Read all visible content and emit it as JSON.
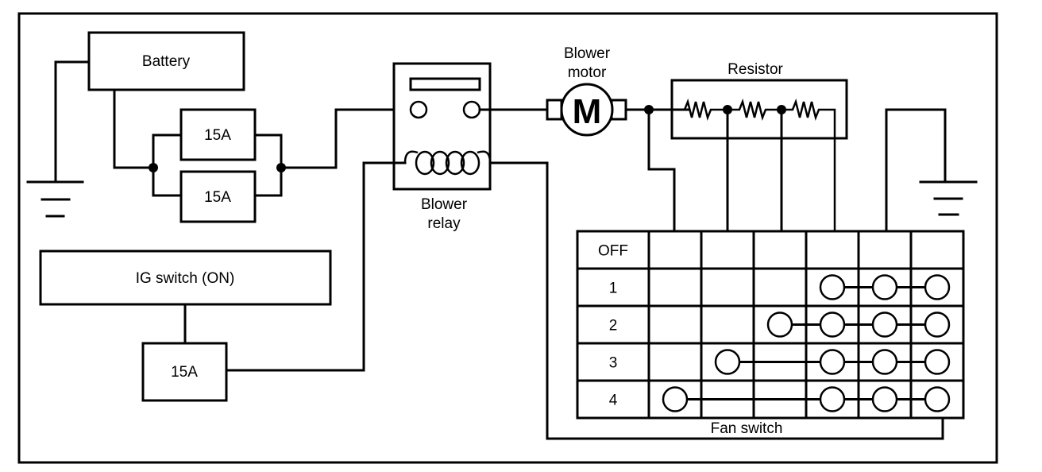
{
  "diagram": {
    "title": "Blower motor circuit",
    "components": {
      "battery": "Battery",
      "fuse_a": "15A",
      "fuse_b": "15A",
      "ig_switch": "IG switch (ON)",
      "ig_fuse": "15A",
      "blower_relay_line1": "Blower",
      "blower_relay_line2": "relay",
      "blower_motor_line1": "Blower",
      "blower_motor_line2": "motor",
      "motor_symbol": "M",
      "resistor": "Resistor",
      "fan_switch": "Fan switch"
    },
    "fan_switch_table": {
      "rows": [
        "OFF",
        "1",
        "2",
        "3",
        "4"
      ],
      "terminal_columns": 6,
      "connections": [
        [],
        [
          3,
          4,
          5
        ],
        [
          2,
          3,
          4,
          5
        ],
        [
          1,
          3,
          4,
          5
        ],
        [
          0,
          3,
          4,
          5
        ]
      ]
    },
    "colors": {
      "line": "#000000",
      "background": "#ffffff"
    }
  }
}
